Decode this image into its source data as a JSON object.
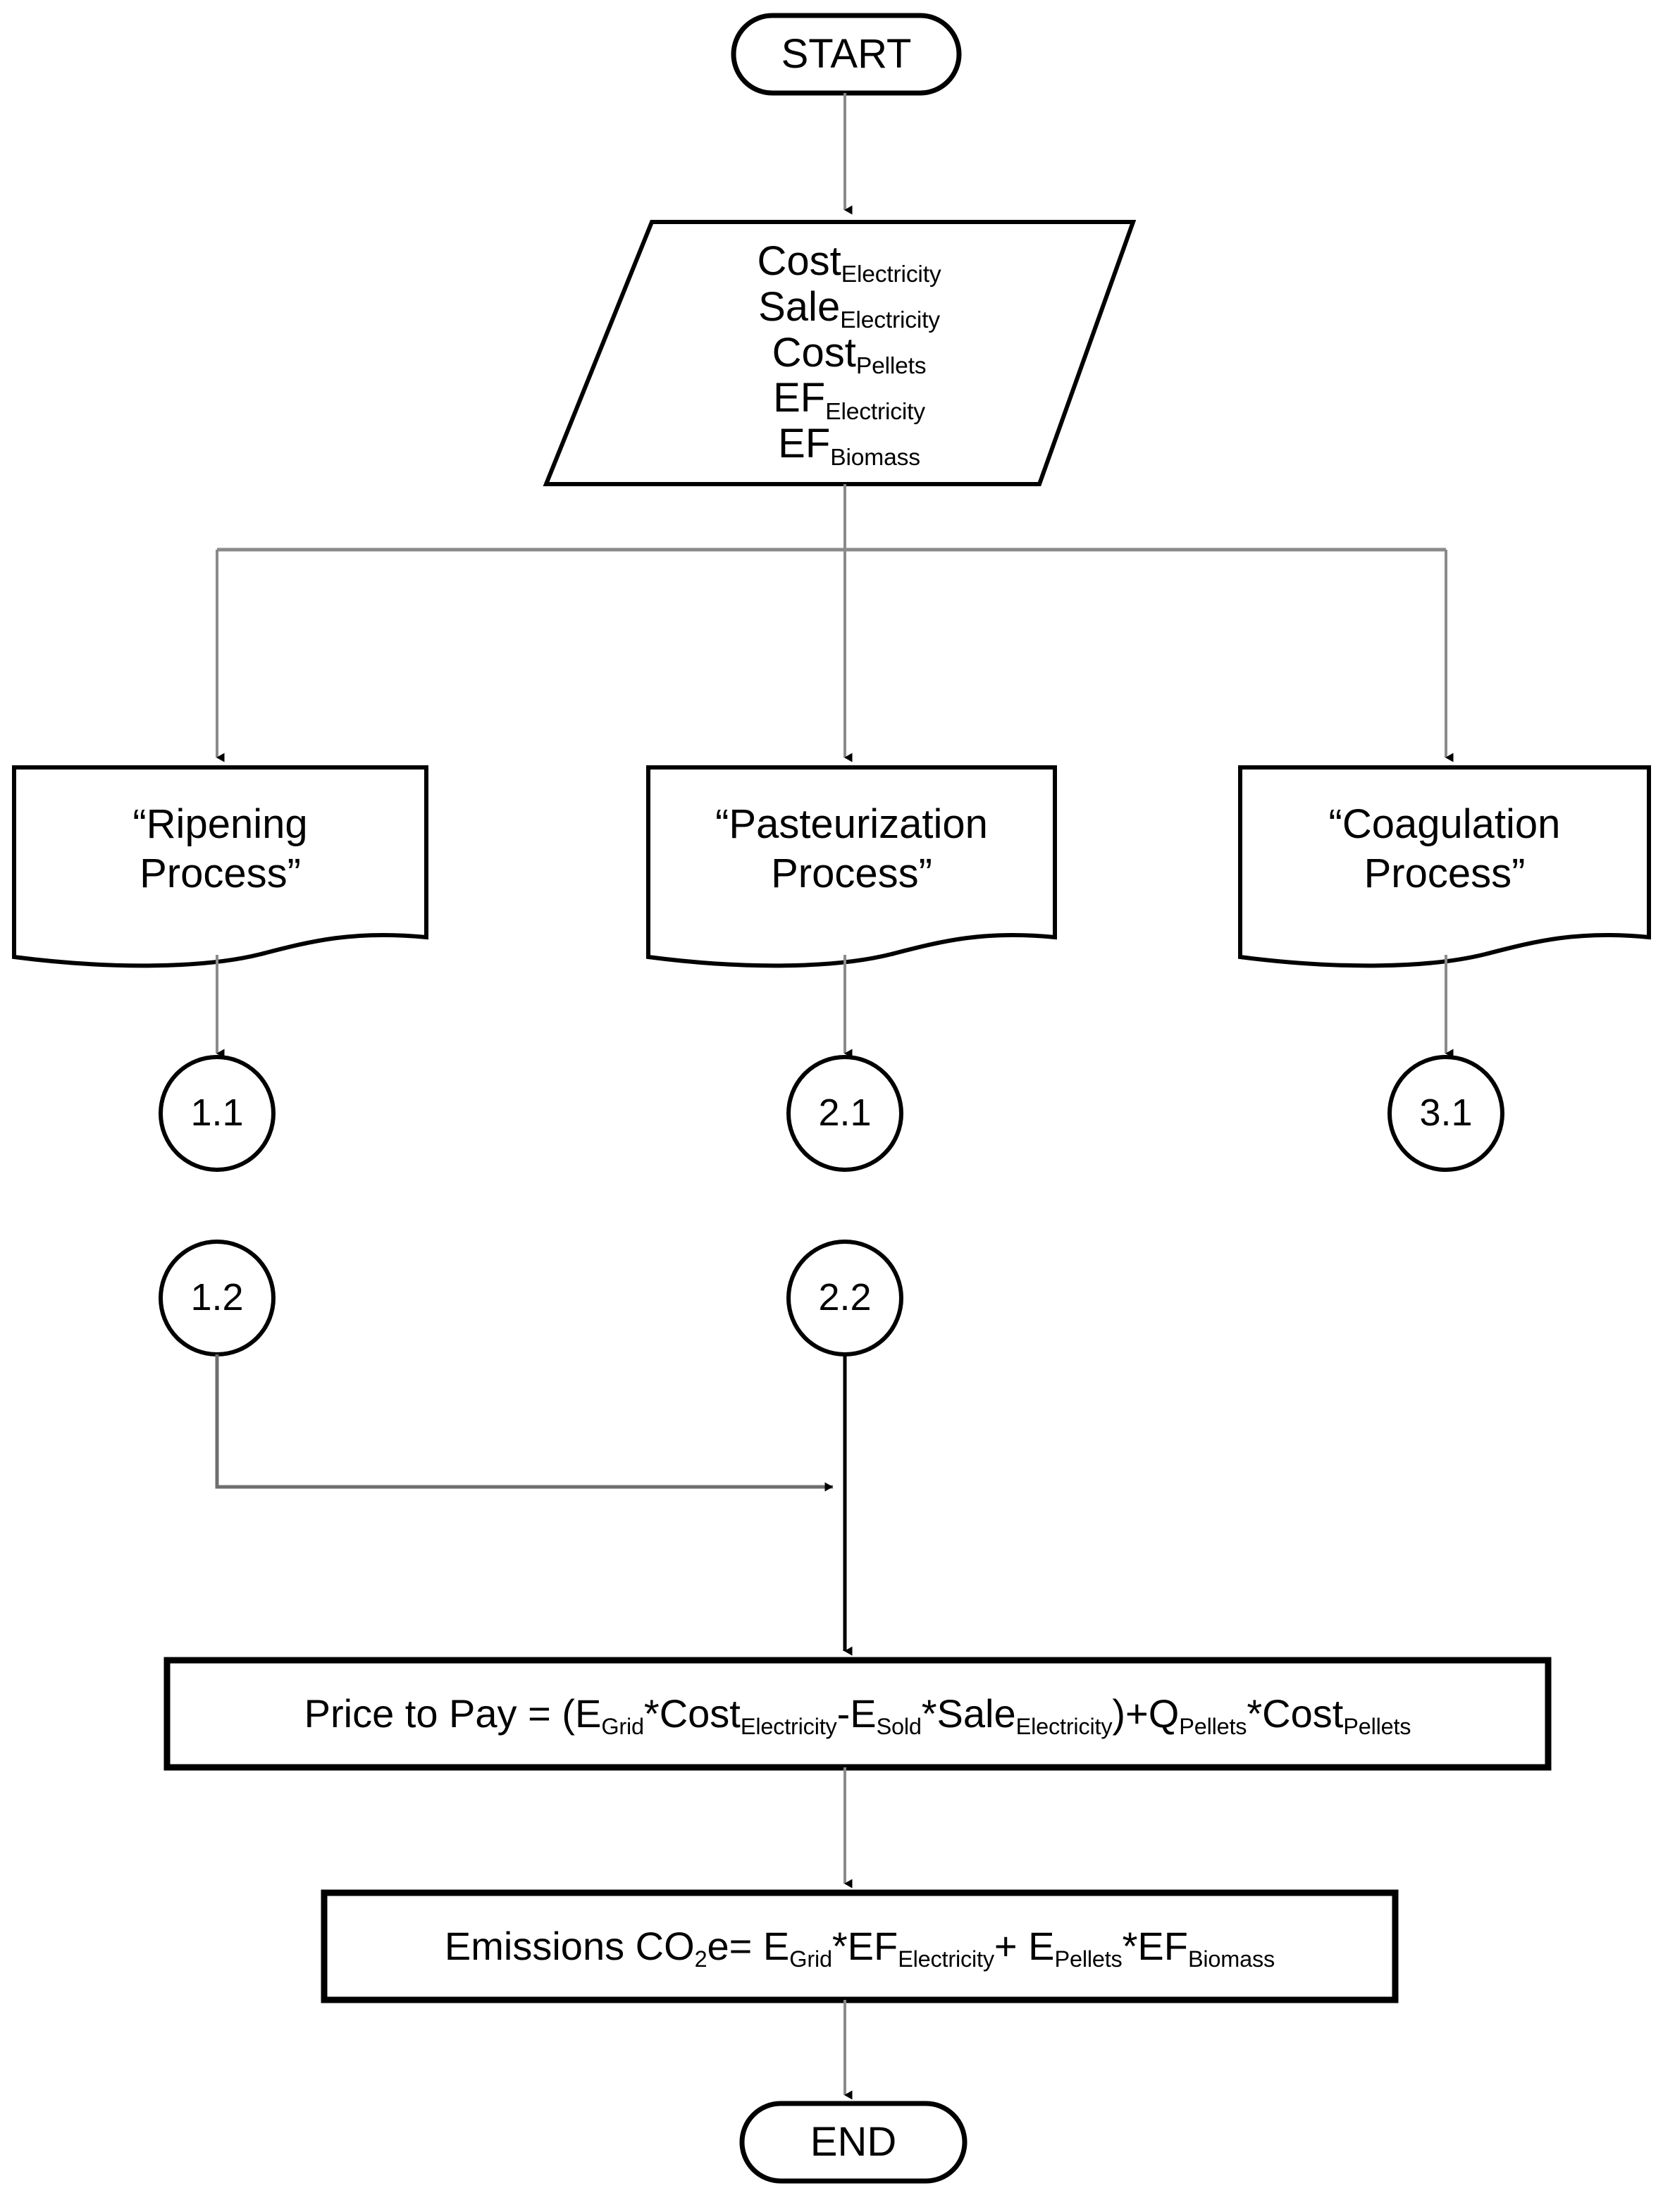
{
  "diagram": {
    "type": "flowchart",
    "title": "Cheese production energy cost and emissions flowchart",
    "colors": {
      "stroke": "#000000",
      "connector_stroke": "#6e6e6e",
      "fill": "#ffffff",
      "text": "#000000"
    }
  },
  "nodes": {
    "start": {
      "label": "START",
      "shape": "terminator"
    },
    "input": {
      "shape": "parallelogram",
      "lines": [
        {
          "base": "Cost",
          "sub": "Electricity"
        },
        {
          "base": "Sale",
          "sub": "Electricity"
        },
        {
          "base": "Cost",
          "sub": "Pellets"
        },
        {
          "base": "EF",
          "sub": "Electricity"
        },
        {
          "base": "EF",
          "sub": "Biomass"
        }
      ]
    },
    "process_ripening": {
      "shape": "document",
      "line1": "“Ripening",
      "line2": "Process”"
    },
    "process_pasteurization": {
      "shape": "document",
      "line1": "“Pasteurization",
      "line2": "Process”"
    },
    "process_coagulation": {
      "shape": "document",
      "line1": "“Coagulation",
      "line2": "Process”"
    },
    "connector_1_1": {
      "label": "1.1",
      "shape": "circle"
    },
    "connector_2_1": {
      "label": "2.1",
      "shape": "circle"
    },
    "connector_3_1": {
      "label": "3.1",
      "shape": "circle"
    },
    "connector_1_2": {
      "label": "1.2",
      "shape": "circle"
    },
    "connector_2_2": {
      "label": "2.2",
      "shape": "circle"
    },
    "price_formula": {
      "shape": "rectangle",
      "parts": [
        {
          "base": "Price to Pay = (E",
          "sub": "Grid"
        },
        {
          "base": "*Cost",
          "sub": "Electricity"
        },
        {
          "base": "-E",
          "sub": "Sold"
        },
        {
          "base": "*Sale",
          "sub": "Electricity"
        },
        {
          "base": ")+Q",
          "sub": "Pellets"
        },
        {
          "base": "*Cost",
          "sub": "Pellets"
        }
      ],
      "plain": "Price to Pay = (EGrid*CostElectricity-ESold*SaleElectricity)+QPellets*CostPellets"
    },
    "emissions_formula": {
      "shape": "rectangle",
      "parts": [
        {
          "base": "Emissions CO",
          "sub": "2"
        },
        {
          "base": "e= E",
          "sub": "Grid"
        },
        {
          "base": "*EF",
          "sub": "Electricity"
        },
        {
          "base": "+ E",
          "sub": "Pellets"
        },
        {
          "base": "*EF",
          "sub": "Biomass"
        }
      ],
      "plain": "Emissions CO2e= EGrid*EFElectricity+ EPellets*EFBiomass"
    },
    "end": {
      "label": "END",
      "shape": "terminator"
    }
  },
  "edges": [
    {
      "from": "start",
      "to": "input",
      "style": "arrow-down"
    },
    {
      "from": "input",
      "to": "branch-bus",
      "style": "line-down"
    },
    {
      "from": "branch-bus",
      "to": "process_ripening",
      "style": "arrow-down-left"
    },
    {
      "from": "branch-bus",
      "to": "process_pasteurization",
      "style": "arrow-down-center"
    },
    {
      "from": "branch-bus",
      "to": "process_coagulation",
      "style": "arrow-down-right"
    },
    {
      "from": "process_ripening",
      "to": "connector_1_1",
      "style": "arrow-down"
    },
    {
      "from": "process_pasteurization",
      "to": "connector_2_1",
      "style": "arrow-down"
    },
    {
      "from": "process_coagulation",
      "to": "connector_3_1",
      "style": "arrow-down"
    },
    {
      "from": "connector_1_2",
      "to": "merge-point",
      "style": "elbow-right-arrow"
    },
    {
      "from": "connector_2_2",
      "to": "price_formula",
      "style": "arrow-down"
    },
    {
      "from": "price_formula",
      "to": "emissions_formula",
      "style": "arrow-down"
    },
    {
      "from": "emissions_formula",
      "to": "end",
      "style": "arrow-down"
    }
  ]
}
